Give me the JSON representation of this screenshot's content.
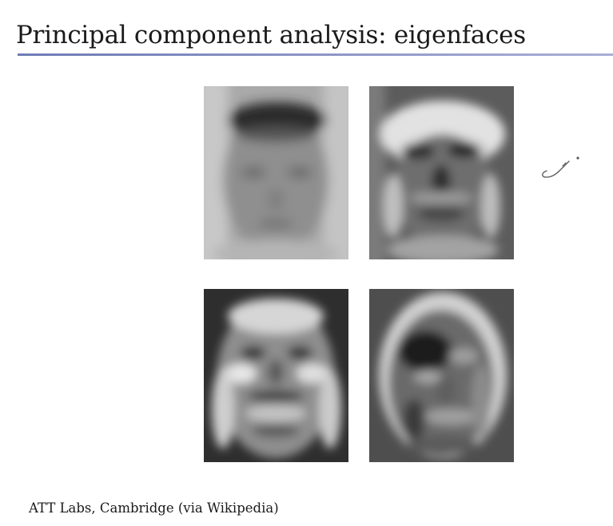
{
  "slide": {
    "title": "Principal component analysis: eigenfaces",
    "caption": "ATT Labs, Cambridge (via Wikipedia)"
  },
  "figures": {
    "eigenface_1": "first eigenface",
    "eigenface_2": "second eigenface",
    "eigenface_3": "third eigenface",
    "eigenface_4": "fourth eigenface"
  },
  "colors": {
    "title_rule": "#7a84bd",
    "text": "#1a1a1a",
    "annotation_ink": "#555555"
  }
}
